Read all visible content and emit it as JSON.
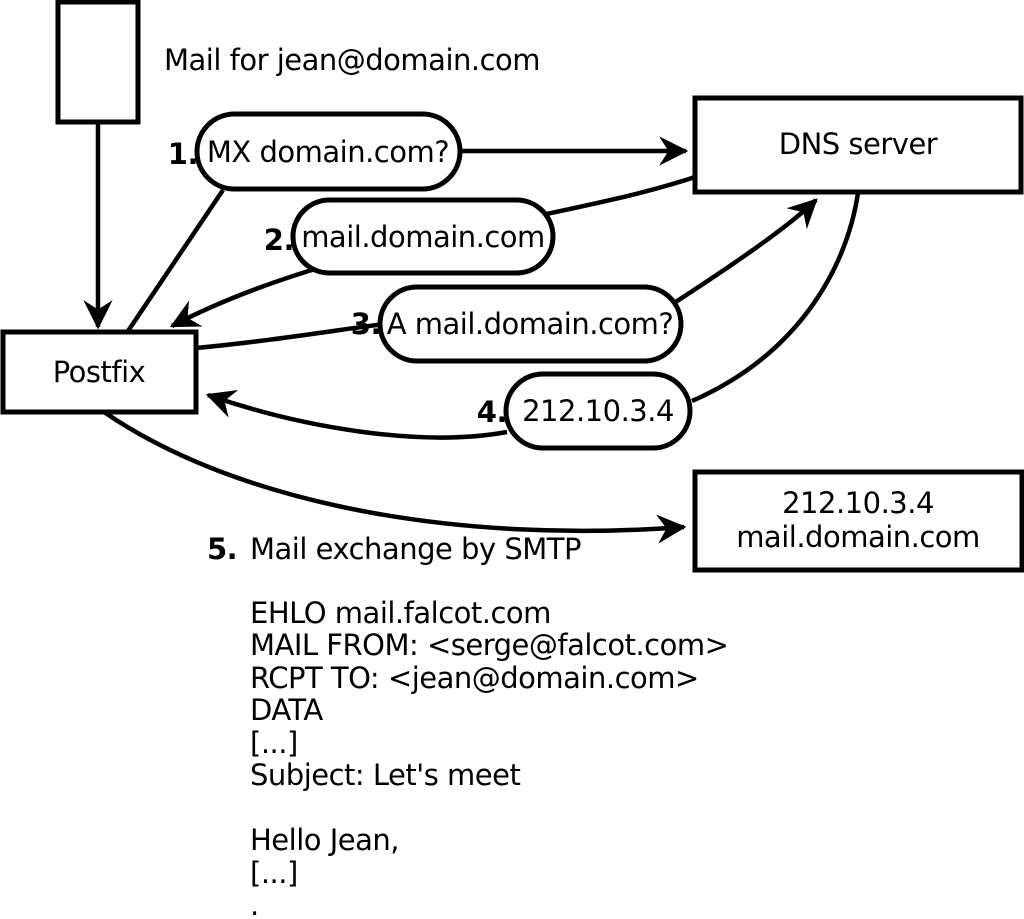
{
  "title": "Mail for jean@domain.com",
  "nodes": {
    "postfix": {
      "label": "Postfix"
    },
    "dns_server": {
      "label": "DNS server"
    },
    "mail_server": {
      "line1": "212.10.3.4",
      "line2": "mail.domain.com"
    }
  },
  "steps": [
    {
      "num": "1.",
      "label": "MX domain.com?"
    },
    {
      "num": "2.",
      "label": "mail.domain.com"
    },
    {
      "num": "3.",
      "label": "A mail.domain.com?"
    },
    {
      "num": "4.",
      "label": "212.10.3.4"
    },
    {
      "num": "5.",
      "label": "Mail exchange by SMTP"
    }
  ],
  "smtp_session": {
    "lines": [
      "EHLO mail.falcot.com",
      "MAIL FROM: <serge@falcot.com>",
      "RCPT TO: <jean@domain.com>",
      "DATA",
      "[...]",
      "Subject: Let's meet",
      "",
      "Hello Jean,",
      "[...]",
      "."
    ]
  },
  "colors": {
    "stroke": "#000000",
    "background": "#ffffff"
  }
}
